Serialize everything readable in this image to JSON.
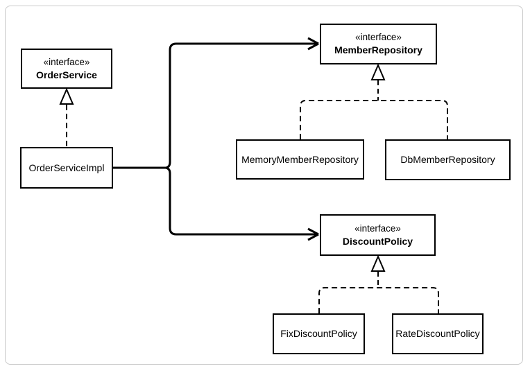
{
  "frame": {
    "background": "#ffffff",
    "border_color": "#c9c9c9"
  },
  "diagram": {
    "colors": {
      "stroke": "#000000",
      "node_fill": "#ffffff"
    },
    "nodes": {
      "order_service": {
        "stereotype": "«interface»",
        "name": "OrderService"
      },
      "order_service_impl": {
        "name": "OrderServiceImpl"
      },
      "member_repository": {
        "stereotype": "«interface»",
        "name": "MemberRepository"
      },
      "memory_member_repository": {
        "name": "MemoryMemberRepository"
      },
      "db_member_repository": {
        "name": "DbMemberRepository"
      },
      "discount_policy": {
        "stereotype": "«interface»",
        "name": "DiscountPolicy"
      },
      "fix_discount_policy": {
        "name": "FixDiscountPolicy"
      },
      "rate_discount_policy": {
        "name": "RateDiscountPolicy"
      }
    },
    "edges": [
      {
        "from": "OrderServiceImpl",
        "to": "OrderService",
        "type": "realization",
        "style": "dashed-hollow-triangle"
      },
      {
        "from": "OrderServiceImpl",
        "to": "MemberRepository",
        "type": "dependency",
        "style": "solid-open-arrow"
      },
      {
        "from": "OrderServiceImpl",
        "to": "DiscountPolicy",
        "type": "dependency",
        "style": "solid-open-arrow"
      },
      {
        "from": "MemoryMemberRepository",
        "to": "MemberRepository",
        "type": "realization",
        "style": "dashed-hollow-triangle"
      },
      {
        "from": "DbMemberRepository",
        "to": "MemberRepository",
        "type": "realization",
        "style": "dashed-hollow-triangle"
      },
      {
        "from": "FixDiscountPolicy",
        "to": "DiscountPolicy",
        "type": "realization",
        "style": "dashed-hollow-triangle"
      },
      {
        "from": "RateDiscountPolicy",
        "to": "DiscountPolicy",
        "type": "realization",
        "style": "dashed-hollow-triangle"
      }
    ]
  }
}
